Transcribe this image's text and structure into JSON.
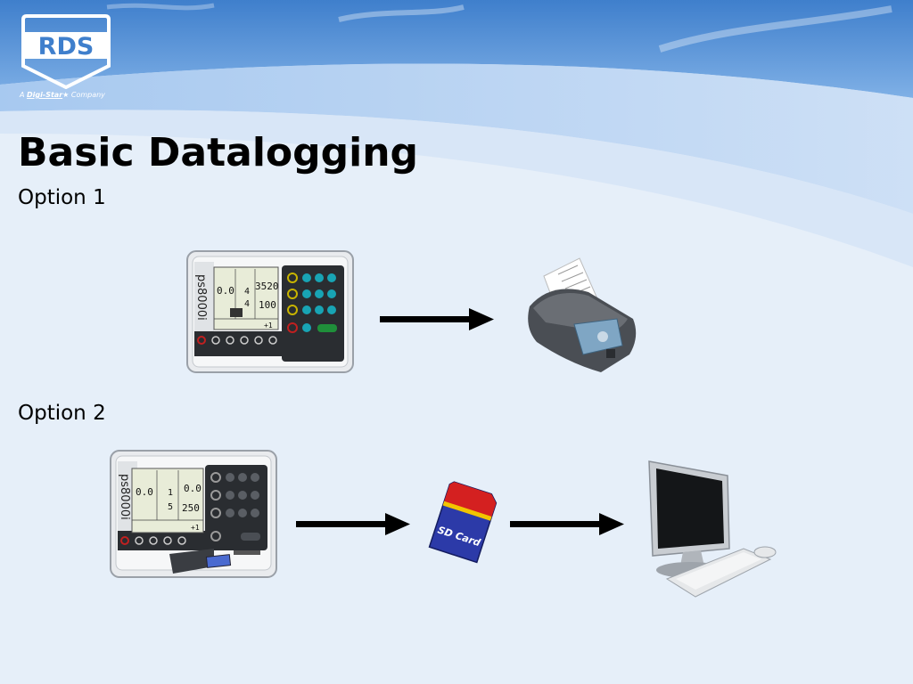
{
  "slide": {
    "title": "Basic Datalogging",
    "brand": {
      "logo_text": "RDS",
      "tagline_prefix": "A",
      "tagline_brand": "Digi-Star",
      "tagline_suffix": "Company"
    },
    "options": [
      {
        "label": "Option 1",
        "device": {
          "model": "ps8000i",
          "screen": [
            "0.0",
            "4",
            "3520",
            "4",
            "100",
            "+1"
          ]
        }
      },
      {
        "label": "Option 2",
        "device": {
          "model": "ps8000i",
          "screen": [
            "0.0",
            "1",
            "0.0",
            "5",
            "250",
            "+1"
          ]
        },
        "media_label": "SD Card"
      }
    ]
  },
  "colors": {
    "accent_blue": "#2f78c7",
    "arrow": "#000000",
    "keypad_teal": "#18a4b4"
  }
}
